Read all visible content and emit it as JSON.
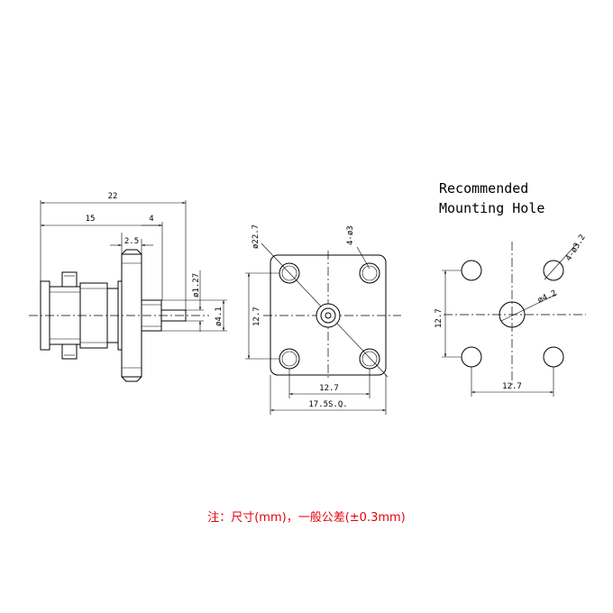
{
  "side_view": {
    "dim_overall": "22",
    "dim_body": "15",
    "dim_pin": "4",
    "dim_flange": "2.5",
    "dim_pin_dia": "ø1.27",
    "dim_insulator_dia": "ø4.1"
  },
  "front_view": {
    "dim_hole_circle": "ø22.7",
    "dim_holes": "4-ø3",
    "dim_vertical_spacing": "12.7",
    "dim_horizontal_spacing": "12.7",
    "dim_flange_square": "17.5S.Q."
  },
  "mounting": {
    "title_line1": "Recommended",
    "title_line2": "Mounting Hole",
    "dim_holes": "4-ø3.2",
    "dim_center_hole": "ø4.2",
    "dim_vertical_spacing": "12.7",
    "dim_horizontal_spacing": "12.7"
  },
  "note": "注：尺寸(mm)，一般公差(±0.3mm)"
}
